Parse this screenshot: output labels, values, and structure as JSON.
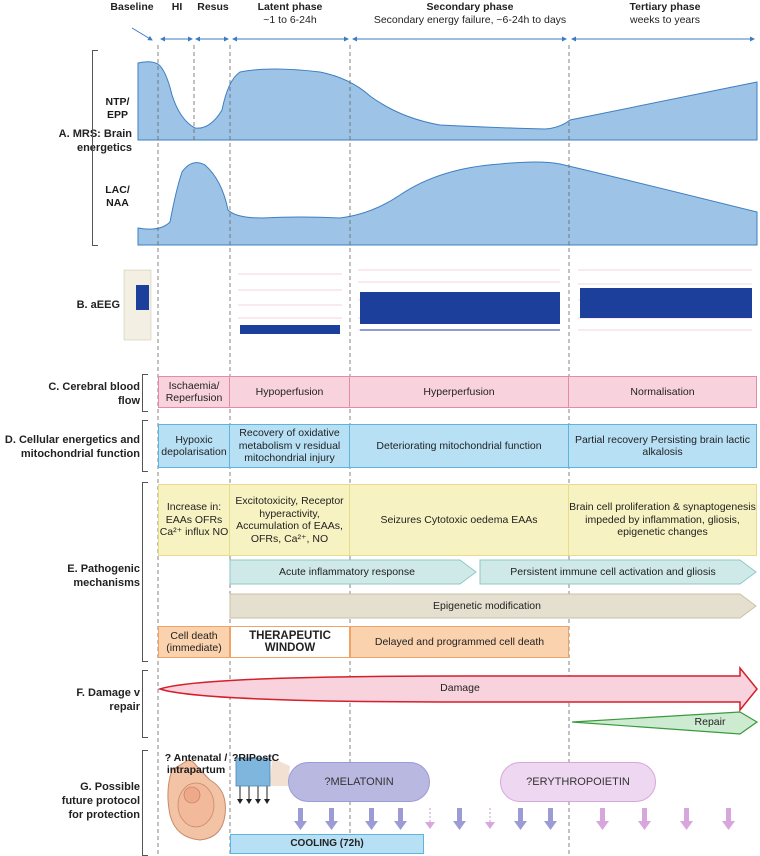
{
  "phases": {
    "baseline": "Baseline",
    "hi": "HI",
    "resus": "Resus",
    "latent_title": "Latent phase",
    "latent_sub": "~1 to 6-24h",
    "secondary_title": "Secondary phase",
    "secondary_sub": "Secondary energy failure, ~6-24h to days",
    "tertiary_title": "Tertiary phase",
    "tertiary_sub": "weeks to years"
  },
  "rows": {
    "a": "A. MRS: Brain energetics",
    "b": "B. aEEG",
    "c": "C. Cerebral blood flow",
    "d": "D. Cellular energetics and mitochondrial function",
    "e": "E. Pathogenic mechanisms",
    "f": "F. Damage v repair",
    "g": "G. Possible future protocol for protection"
  },
  "mrs": {
    "ntp_label": "NTP/ EPP",
    "lac_label": "LAC/ NAA"
  },
  "cbf": {
    "c1": "Ischaemia/ Reperfusion",
    "c2": "Hypoperfusion",
    "c3": "Hyperperfusion",
    "c4": "Normalisation"
  },
  "cellular": {
    "d1": "Hypoxic depolarisation",
    "d2": "Recovery of oxidative metabolism v residual mitochondrial injury",
    "d3": "Deteriorating mitochondrial function",
    "d4": "Partial recovery Persisting brain lactic alkalosis"
  },
  "pathogenic": {
    "e1": "Increase in: EAAs OFRs Ca²⁺ influx NO",
    "e2": "Excitotoxicity, Receptor hyperactivity, Accumulation of EAAs, OFRs, Ca²⁺, NO",
    "e3": "Seizures Cytotoxic oedema EAAs",
    "e4": "Brain cell proliferation & synaptogenesis impeded by inflammation, gliosis, epigenetic changes",
    "acute": "Acute inflammatory response",
    "persistent": "Persistent immune cell activation and gliosis",
    "epigenetic": "Epigenetic modification",
    "cell_death": "Cell death (immediate)",
    "therapeutic": "THERAPEUTIC WINDOW",
    "delayed": "Delayed and programmed cell death"
  },
  "damage_repair": {
    "damage": "Damage",
    "repair": "Repair"
  },
  "protection": {
    "antenatal": "? Antenatal / intrapartum",
    "ripostc": "?RIPostC",
    "melatonin": "?MELATONIN",
    "erythropoietin": "?ERYTHROPOIETIN",
    "cooling": "COOLING (72h)"
  },
  "colors": {
    "mrs_fill": "#9dc3e6",
    "mrs_stroke": "#3f7fc2",
    "eeg": "#1c3f9c",
    "pink": "#f8d3dd",
    "blue": "#b7e0f5",
    "yellow": "#f7f2c1",
    "teal": "#cfe9e8",
    "beige": "#e4dfcf",
    "orange": "#fad2ad",
    "damage": "#d41f2c",
    "repair": "#3b9a3b",
    "melatonin": "#b9b8e0",
    "erythropoietin": "#e8c6ea"
  }
}
